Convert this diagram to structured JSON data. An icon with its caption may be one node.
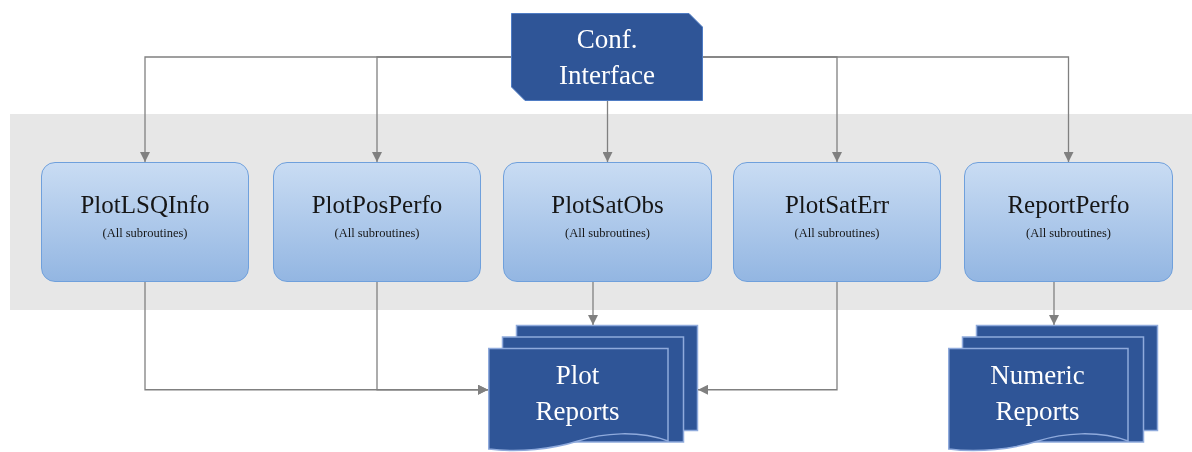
{
  "diagram": {
    "nodes": [
      {
        "text": [
          "Conf. Interface"
        ]
      },
      {
        "text": [],
        "shape": "band"
      },
      {
        "text": [
          "PlotLSQInfo",
          "(All subroutines)"
        ],
        "in": 1
      },
      {
        "text": [
          "PlotPosPerfo",
          "(All subroutines)"
        ],
        "in": 1
      },
      {
        "text": [
          "PlotSatObs",
          "(All subroutines)"
        ],
        "in": 1
      },
      {
        "text": [
          "PlotSatErr",
          "(All subroutines)"
        ],
        "in": 1
      },
      {
        "text": [
          "ReportPerfo",
          "(All subroutines)"
        ],
        "in": 1
      },
      {
        "text": [
          "Plot Reports"
        ]
      },
      {
        "text": [
          "Numeric Reports"
        ]
      }
    ],
    "edges": [
      {
        "from": 0,
        "to": 2,
        "arrow": "to"
      },
      {
        "from": 0,
        "to": 3,
        "arrow": "to"
      },
      {
        "from": 0,
        "to": 4,
        "arrow": "to"
      },
      {
        "from": 0,
        "to": 5,
        "arrow": "to"
      },
      {
        "from": 0,
        "to": 6,
        "arrow": "to"
      },
      {
        "from": 2,
        "to": 7,
        "arrow": "to"
      },
      {
        "from": 3,
        "to": 7,
        "arrow": "to"
      },
      {
        "from": 4,
        "to": 7,
        "arrow": "to"
      },
      {
        "from": 5,
        "to": 7,
        "arrow": "to"
      },
      {
        "from": 6,
        "to": 8,
        "arrow": "to"
      }
    ]
  }
}
